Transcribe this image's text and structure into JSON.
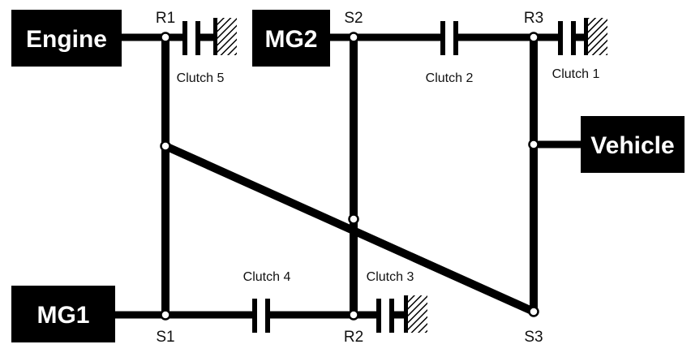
{
  "blocks": {
    "engine": "Engine",
    "mg2": "MG2",
    "vehicle": "Vehicle",
    "mg1": "MG1"
  },
  "nodes": {
    "r1": "R1",
    "s2": "S2",
    "r3": "R3",
    "s1": "S1",
    "r2": "R2",
    "s3": "S3"
  },
  "clutches": {
    "c1": "Clutch 1",
    "c2": "Clutch 2",
    "c3": "Clutch 3",
    "c4": "Clutch 4",
    "c5": "Clutch 5"
  },
  "colors": {
    "line": "#000000",
    "node_fill": "#ffffff",
    "block_fill": "#000000",
    "block_text": "#ffffff"
  }
}
